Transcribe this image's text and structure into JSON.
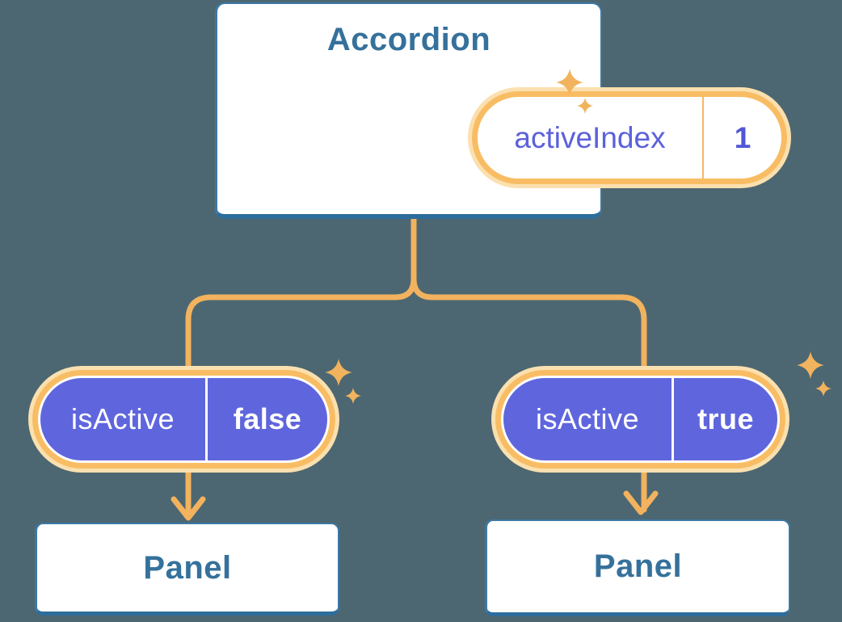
{
  "diagram": {
    "description": "React component tree diagram: Accordion parent holding activeIndex state, passing isActive to two Panel children",
    "root": {
      "title": "Accordion",
      "prop": {
        "label": "activeIndex",
        "value": "1"
      }
    },
    "children": [
      {
        "prop": {
          "label": "isActive",
          "value": "false"
        },
        "panel": "Panel"
      },
      {
        "prop": {
          "label": "isActive",
          "value": "true"
        },
        "panel": "Panel"
      }
    ],
    "colors": {
      "background": "#4C6771",
      "card_fill": "#FFFFFF",
      "card_border": "#2C6D9C",
      "heading_text": "#35719B",
      "pill_purple": "#5F66DD",
      "pill_label_purple_text": "#5B61DC",
      "ring_orange": "#F8BD64",
      "halo_cream": "#FBE0AF",
      "connector_orange": "#F2B25E",
      "sparkle_orange": "#F2B35E"
    },
    "icons": {
      "sparkle": "sparkle-icon"
    }
  }
}
